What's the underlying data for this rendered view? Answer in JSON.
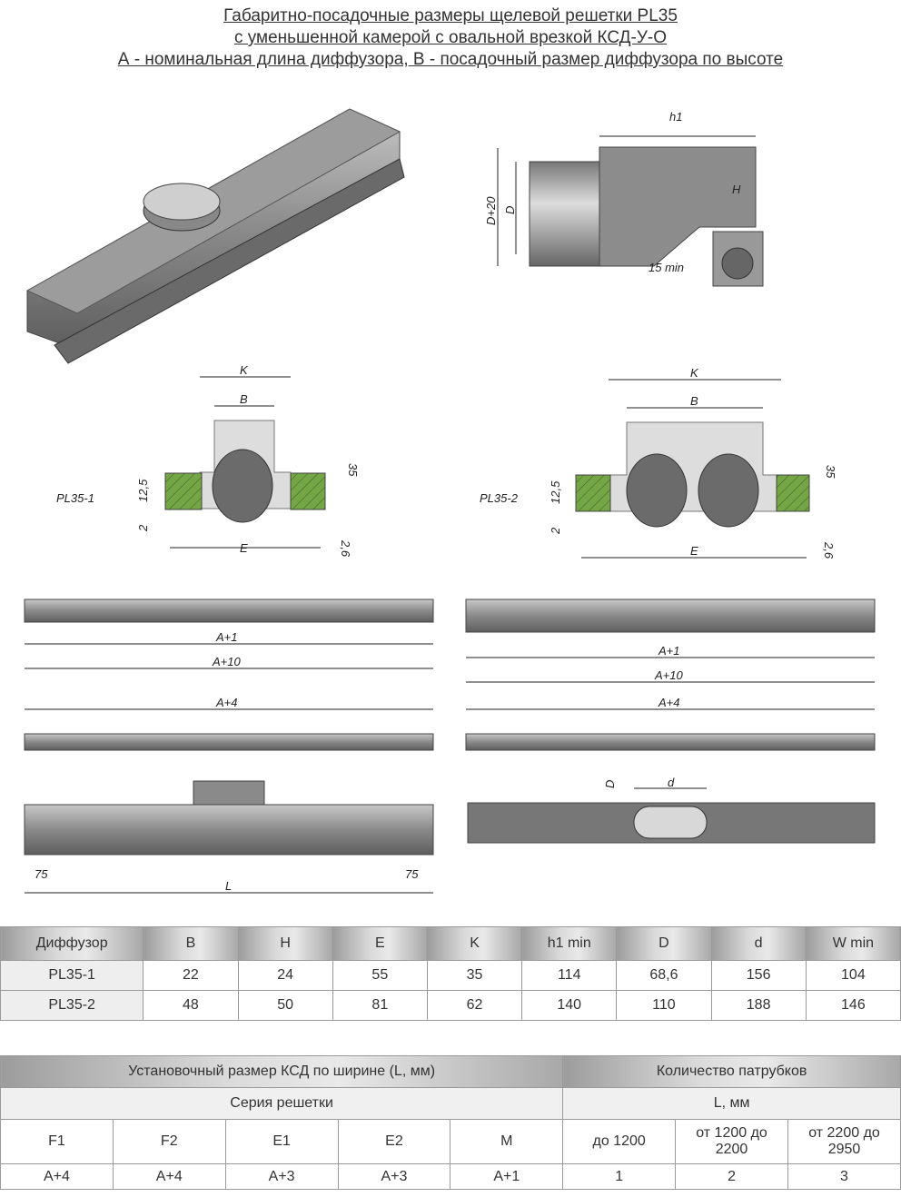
{
  "title": {
    "line1": "Габаритно-посадочные размеры щелевой решетки PL35",
    "line2": "с уменьшенной камерой с овальной врезкой КСД-У-О",
    "line3": "А - номинальная длина диффузора, В - посадочный размер диффузора по высоте"
  },
  "drawings": {
    "side_view": {
      "h1": "h1",
      "H": "H",
      "D20": "D+20",
      "D": "D",
      "min15": "15 min"
    },
    "section1": {
      "name": "PL35-1",
      "K": "K",
      "B": "B",
      "h35": "35",
      "h125": "12,5",
      "h2": "2",
      "h26": "2,6",
      "E": "E"
    },
    "section2": {
      "name": "PL35-2",
      "K": "K",
      "B": "B",
      "h35": "35",
      "h125": "12,5",
      "h2": "2",
      "h26": "2,6",
      "E": "E"
    },
    "front1": {
      "a1": "A+1",
      "a10": "A+10",
      "a4": "A+4"
    },
    "front2": {
      "a1": "A+1",
      "a10": "A+10",
      "a4": "A+4"
    },
    "plenum1": {
      "left": "75",
      "right": "75",
      "L": "L"
    },
    "plenum2": {
      "D": "D",
      "d": "d"
    }
  },
  "table1": {
    "headers": [
      "Диффузор",
      "B",
      "H",
      "E",
      "K",
      "h1 min",
      "D",
      "d",
      "W min"
    ],
    "rows": [
      [
        "PL35-1",
        "22",
        "24",
        "55",
        "35",
        "114",
        "68,6",
        "156",
        "104"
      ],
      [
        "PL35-2",
        "48",
        "50",
        "81",
        "62",
        "140",
        "110",
        "188",
        "146"
      ]
    ]
  },
  "table2": {
    "header_left": "Установочный размер КСД по ширине (L, мм)",
    "header_right": "Количество патрубков",
    "sub_left": "Серия решетки",
    "sub_right": "L, мм",
    "columns": [
      "F1",
      "F2",
      "E1",
      "E2",
      "M",
      "до 1200",
      "от 1200 до 2200",
      "от 2200 до 2950"
    ],
    "values": [
      "A+4",
      "A+4",
      "A+3",
      "A+3",
      "A+1",
      "1",
      "2",
      "3"
    ]
  }
}
